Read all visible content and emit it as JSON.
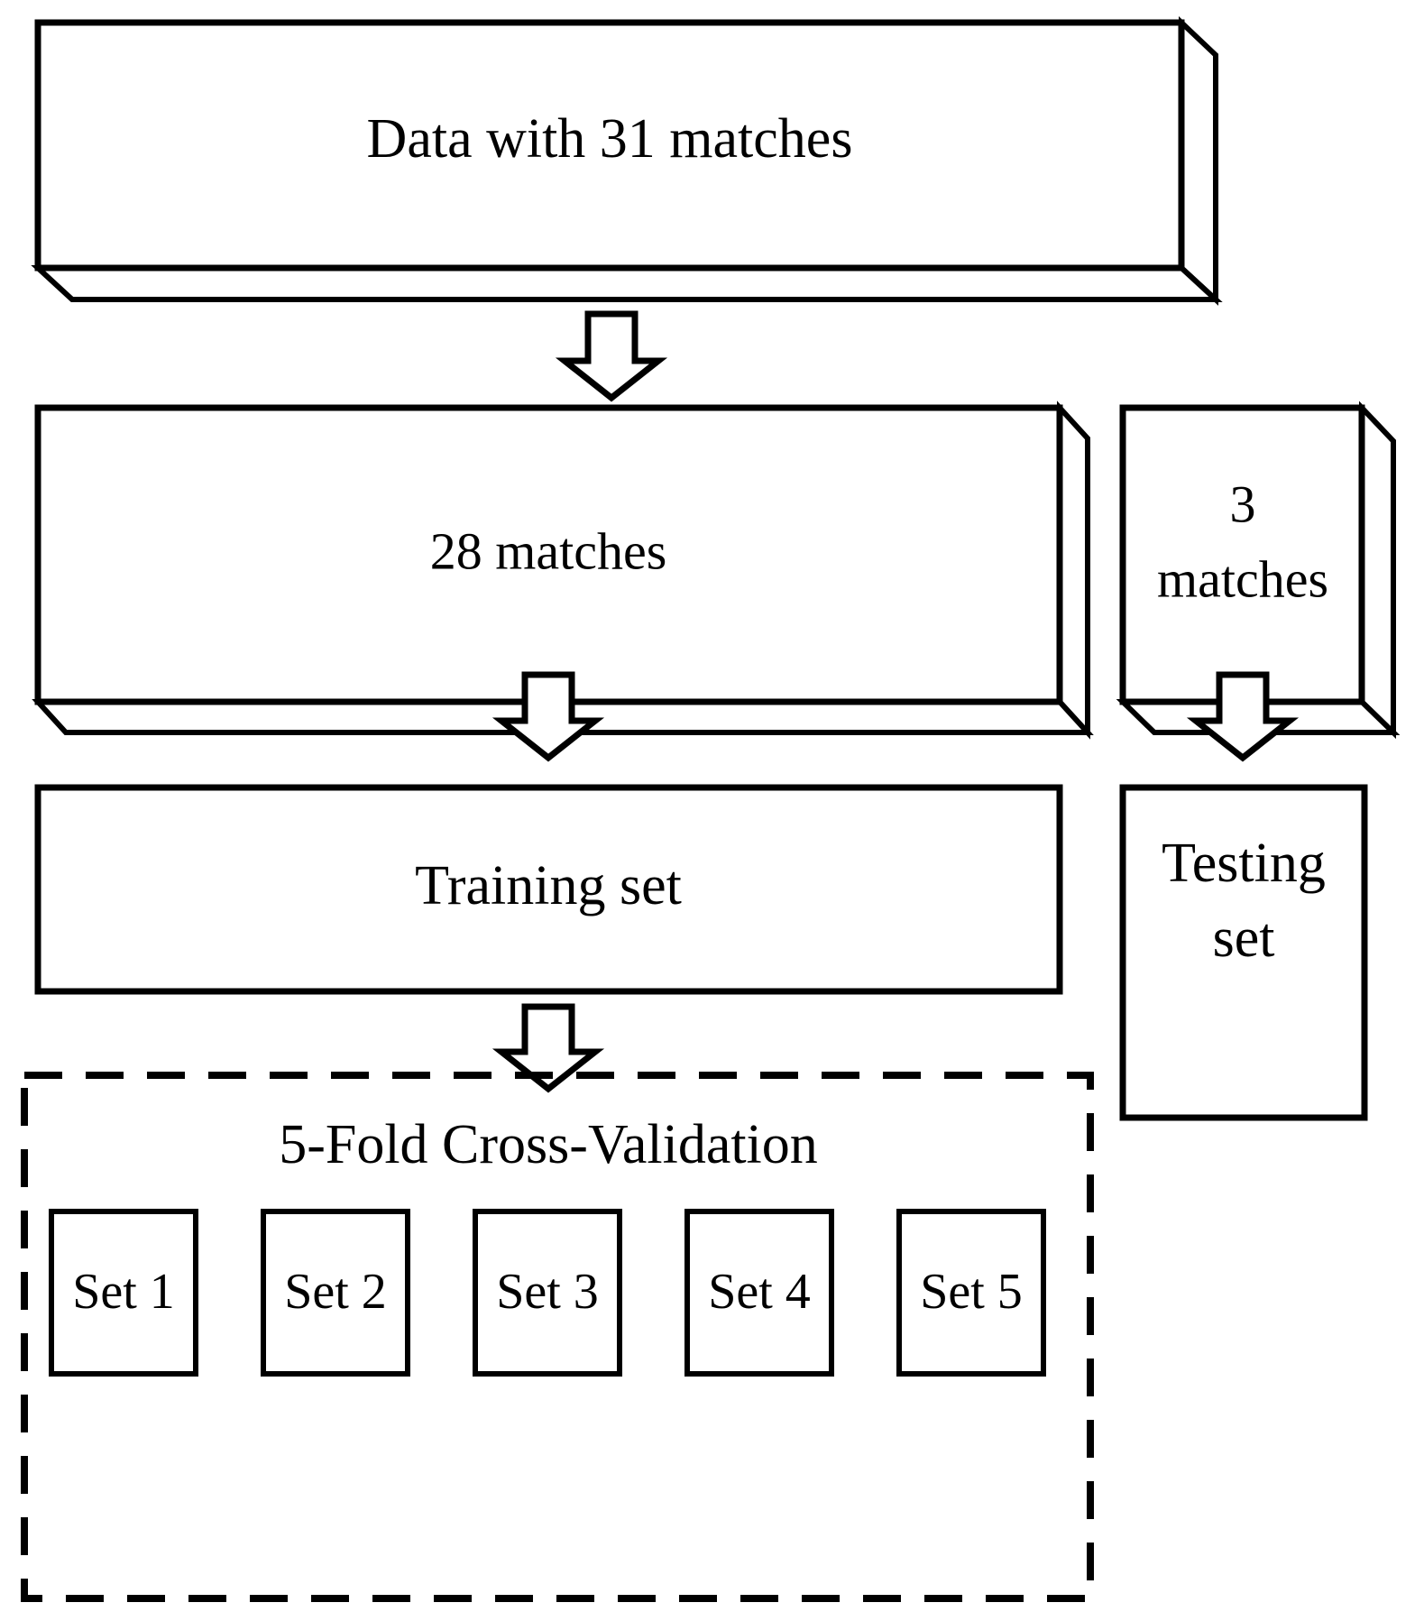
{
  "diagram": {
    "title": "Data splitting and 5-Fold Cross-Validation workflow",
    "colors": {
      "stroke": "#000000",
      "fill": "#ffffff",
      "background": "#ffffff"
    },
    "nodes": {
      "source": {
        "label": "Data with 31 matches",
        "shape": "3d-box"
      },
      "train_split": {
        "label": "28 matches",
        "shape": "3d-box"
      },
      "test_split": {
        "label_line1": "3",
        "label_line2": "matches",
        "shape": "3d-box"
      },
      "training_set": {
        "label": "Training set",
        "shape": "rect"
      },
      "testing_set": {
        "label_line1": "Testing",
        "label_line2": "set",
        "shape": "rect"
      },
      "cross_validation": {
        "label": "5-Fold Cross-Validation",
        "shape": "dashed-rect"
      }
    },
    "folds": [
      {
        "label": "Set 1"
      },
      {
        "label": "Set 2"
      },
      {
        "label": "Set 3"
      },
      {
        "label": "Set 4"
      },
      {
        "label": "Set 5"
      }
    ],
    "arrows": [
      {
        "name": "arrow-source-to-split",
        "direction": "down"
      },
      {
        "name": "arrow-28-to-training",
        "direction": "down"
      },
      {
        "name": "arrow-3-to-testing",
        "direction": "down"
      },
      {
        "name": "arrow-training-to-cv",
        "direction": "down"
      }
    ]
  }
}
